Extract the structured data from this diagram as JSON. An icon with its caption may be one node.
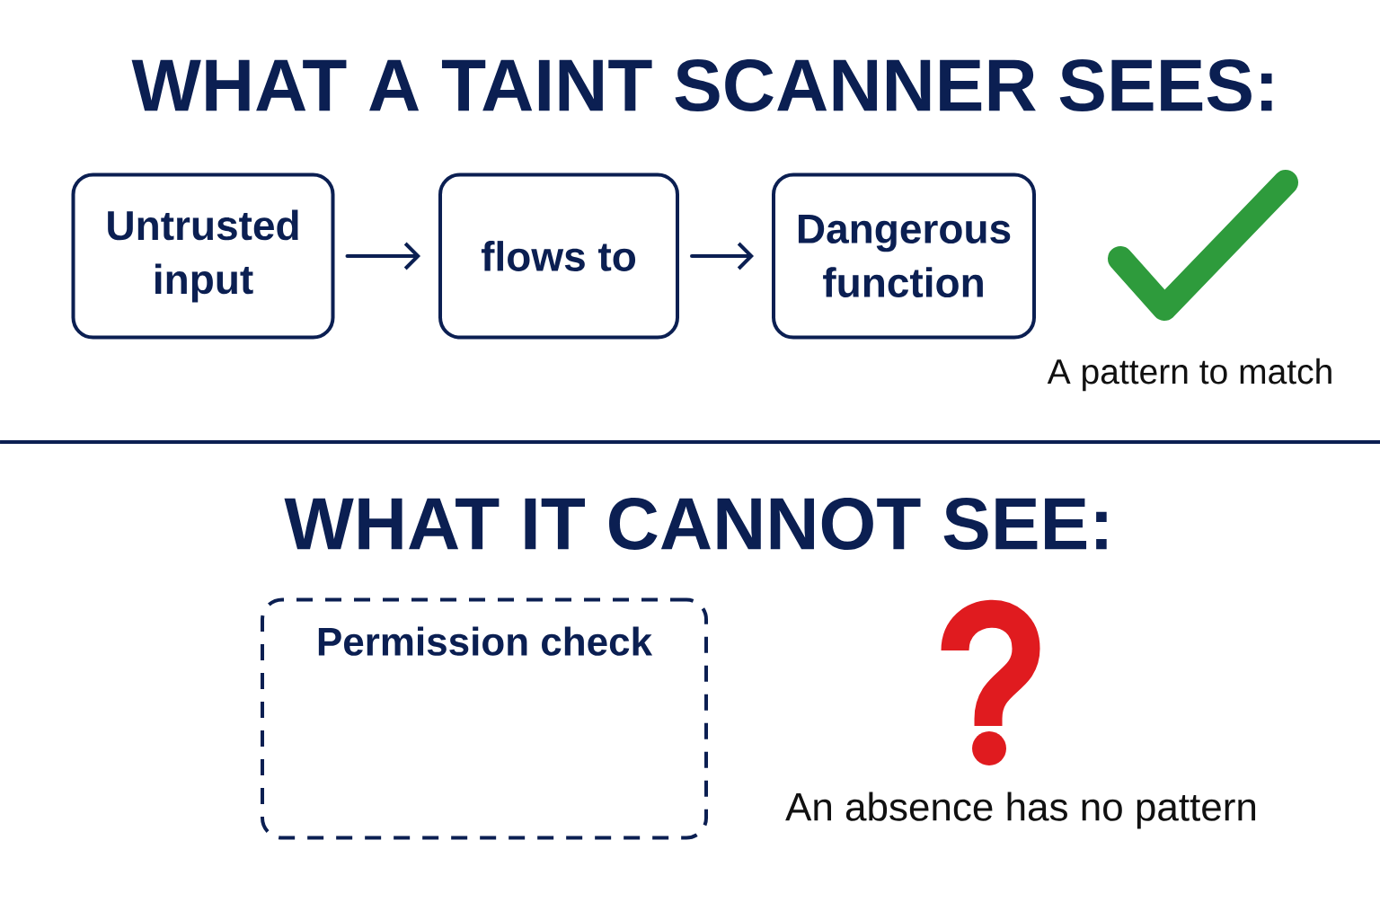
{
  "diagram": {
    "title": "WHAT A TAINT SCANNER SEES:",
    "nodes": [
      {
        "text": [
          "Untrusted input"
        ]
      },
      {
        "text": [
          "flows to"
        ]
      },
      {
        "text": [
          "Dangerous function"
        ]
      },
      {
        "text": [
          "Permission check"
        ]
      }
    ],
    "edges": [
      {
        "from": 0,
        "to": 1,
        "arrow": "to"
      },
      {
        "from": 1,
        "to": 2,
        "arrow": "to"
      }
    ],
    "labels": [
      "A pattern to match",
      "WHAT IT CANNOT SEE:",
      "An absence has no pattern"
    ]
  }
}
